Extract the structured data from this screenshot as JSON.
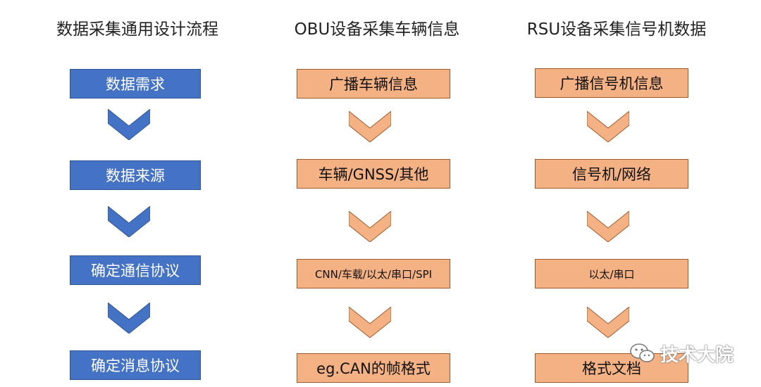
{
  "columns": [
    {
      "title": "数据采集通用设计流程",
      "steps": [
        "数据需求",
        "数据来源",
        "确定通信协议",
        "确定消息协议"
      ],
      "fill": "#4472c4",
      "text_color": "#ffffff"
    },
    {
      "title": "OBU设备采集车辆信息",
      "steps": [
        "广播车辆信息",
        "车辆/GNSS/其他",
        "CNN/车载/以太/串口/SPI",
        "eg.CAN的帧格式"
      ],
      "fill": "#f4b183",
      "text_color": "#111111"
    },
    {
      "title": "RSU设备采集信号机数据",
      "steps": [
        "广播信号机信息",
        "信号机/网络",
        "以太/串口",
        "格式文档"
      ],
      "fill": "#f4b183",
      "text_color": "#111111"
    }
  ],
  "watermark": {
    "text": "技术大院",
    "icon": "wechat-icon"
  }
}
